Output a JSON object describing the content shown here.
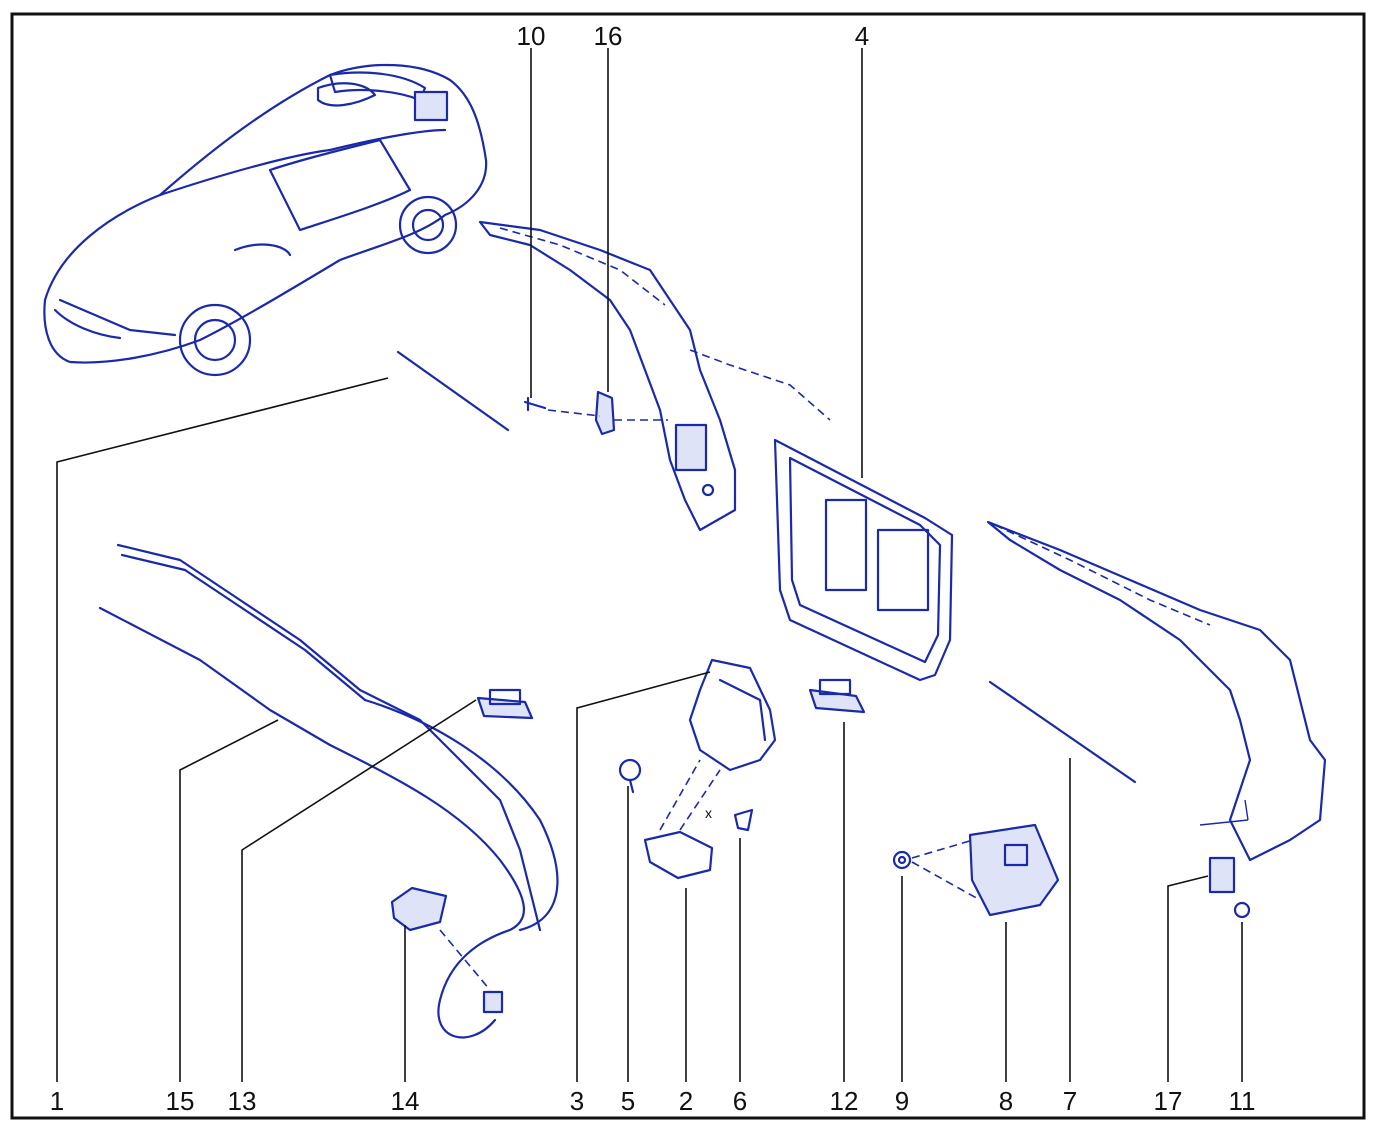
{
  "callouts": [
    {
      "id": "c10",
      "text": "10"
    },
    {
      "id": "c16",
      "text": "16"
    },
    {
      "id": "c4",
      "text": "4"
    },
    {
      "id": "c1",
      "text": "1"
    },
    {
      "id": "c15",
      "text": "15"
    },
    {
      "id": "c13",
      "text": "13"
    },
    {
      "id": "c14",
      "text": "14"
    },
    {
      "id": "c3",
      "text": "3"
    },
    {
      "id": "c5",
      "text": "5"
    },
    {
      "id": "c2",
      "text": "2"
    },
    {
      "id": "c6",
      "text": "6"
    },
    {
      "id": "c12",
      "text": "12"
    },
    {
      "id": "c9",
      "text": "9"
    },
    {
      "id": "c8",
      "text": "8"
    },
    {
      "id": "c7",
      "text": "7"
    },
    {
      "id": "c17",
      "text": "17"
    },
    {
      "id": "c11",
      "text": "11"
    }
  ],
  "colors": {
    "line": "#1a2aa8",
    "fill": "#dfe3f7",
    "frame": "#111111"
  },
  "annotations": {
    "x_mark": "x"
  }
}
